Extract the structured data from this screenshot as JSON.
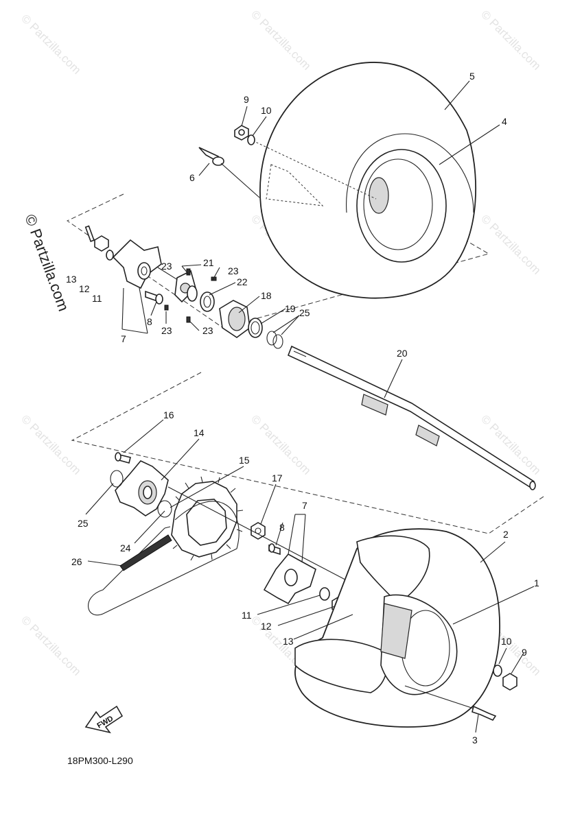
{
  "diagram_code": "18PM300-L290",
  "fwd_label": "FWD",
  "watermark": {
    "text": "© Partzilla.com",
    "side_text": "© Partzilla.com"
  },
  "callouts": {
    "p1": "1",
    "p2": "2",
    "p3": "3",
    "p4": "4",
    "p5": "5",
    "p6": "6",
    "p7_top": "7",
    "p7_bottom": "7",
    "p8_top": "8",
    "p8_bottom": "8",
    "p9_top": "9",
    "p9_bottom": "9",
    "p10_top": "10",
    "p10_bottom": "10",
    "p11_top": "11",
    "p11_bottom": "11",
    "p12_top": "12",
    "p12_bottom": "12",
    "p13_top": "13",
    "p13_bottom": "13",
    "p14": "14",
    "p15": "15",
    "p16": "16",
    "p17": "17",
    "p18": "18",
    "p19": "19",
    "p20": "20",
    "p21": "21",
    "p22": "22",
    "p23_a": "23",
    "p23_b": "23",
    "p23_c": "23",
    "p23_d": "23",
    "p24": "24",
    "p25_top": "25",
    "p25_bottom": "25",
    "p26": "26"
  }
}
